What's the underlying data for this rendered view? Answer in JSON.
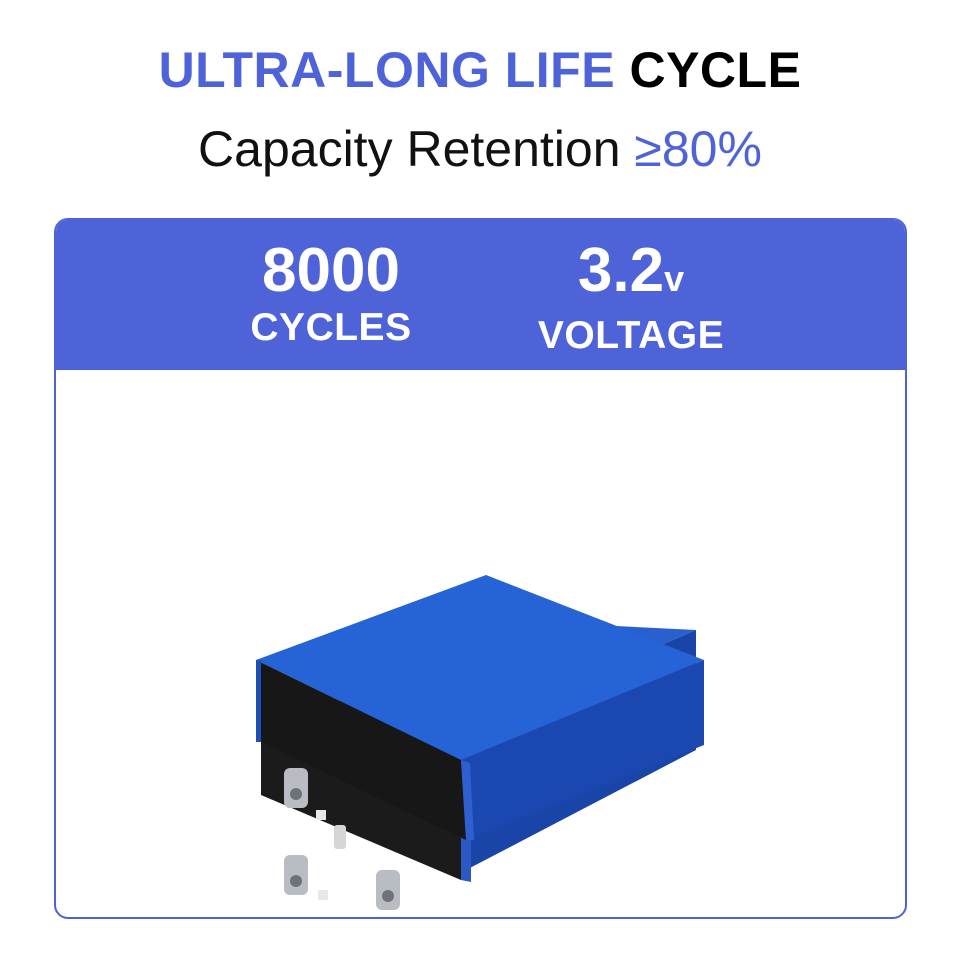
{
  "header": {
    "title_accent": "ULTRA-LONG LIFE",
    "title_rest": "CYCLE",
    "subtitle_text": "Capacity Retention",
    "subtitle_value": "≥80%"
  },
  "stats": {
    "cycles_value": "8000",
    "cycles_label": "CYCLES",
    "voltage_value": "3.2",
    "voltage_unit": "v",
    "voltage_label": "VOLTAGE"
  },
  "colors": {
    "accent": "#4f63d9",
    "battery_blue": "#1d4fb8",
    "battery_dark": "#1a1a1a"
  },
  "image": {
    "subject": "two stacked prismatic LiFePO4 battery cells",
    "icon": "battery-cells-illustration"
  }
}
